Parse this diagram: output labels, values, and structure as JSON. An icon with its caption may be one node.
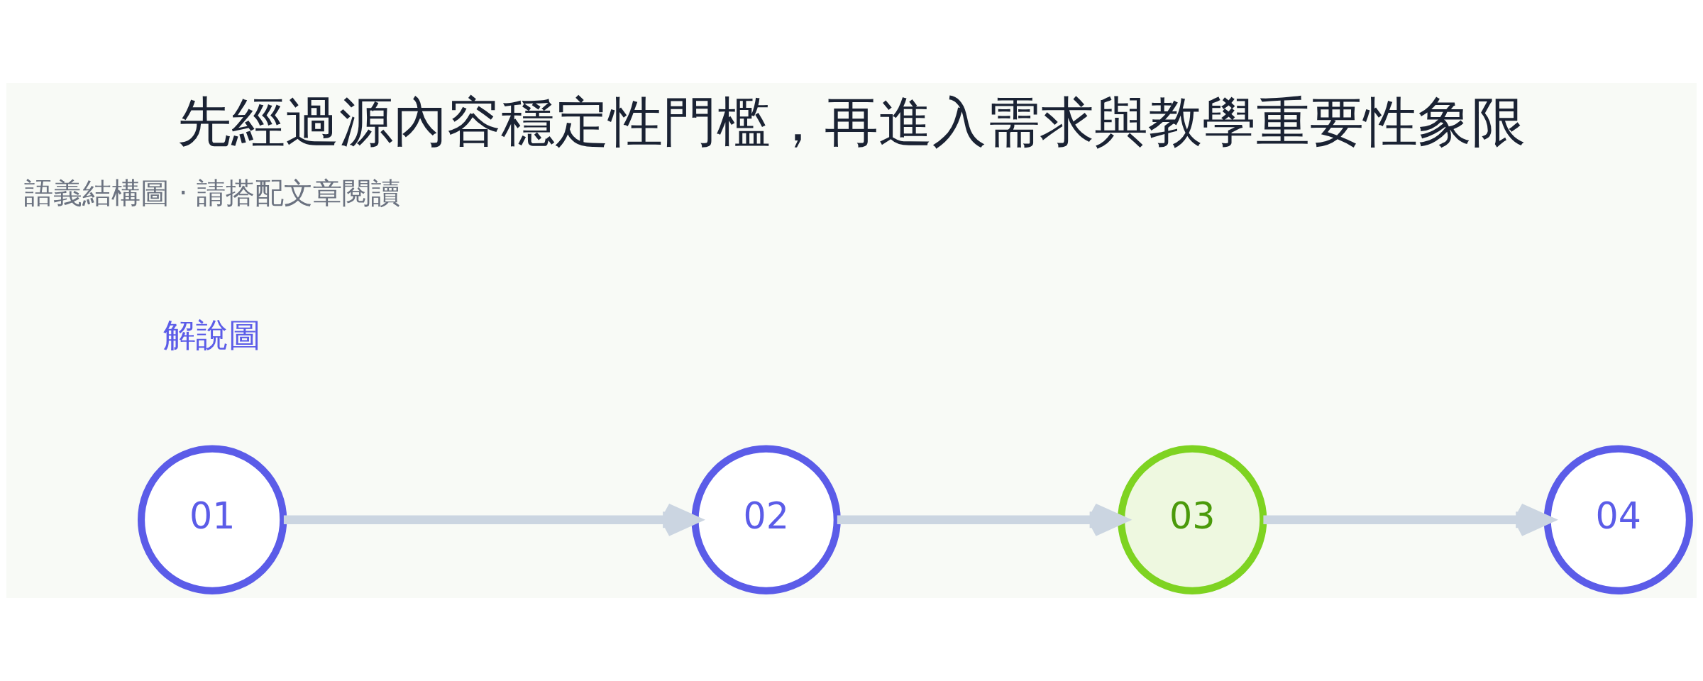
{
  "diagram": {
    "title": "先經過源內容穩定性門檻，再進入需求與教學重要性象限",
    "caption": "語義結構圖 · 請搭配文章閱讀",
    "nodes": [
      {
        "text": [
          "01"
        ]
      },
      {
        "text": [
          "02"
        ]
      },
      {
        "text": [
          "03"
        ]
      },
      {
        "text": [
          "04"
        ]
      }
    ],
    "edges": [
      {
        "from": 0,
        "to": 1,
        "arrow": "to"
      },
      {
        "from": 1,
        "to": 2,
        "arrow": "to"
      },
      {
        "from": 2,
        "to": 3,
        "arrow": "to"
      }
    ],
    "labels": [
      "解說圖"
    ]
  }
}
